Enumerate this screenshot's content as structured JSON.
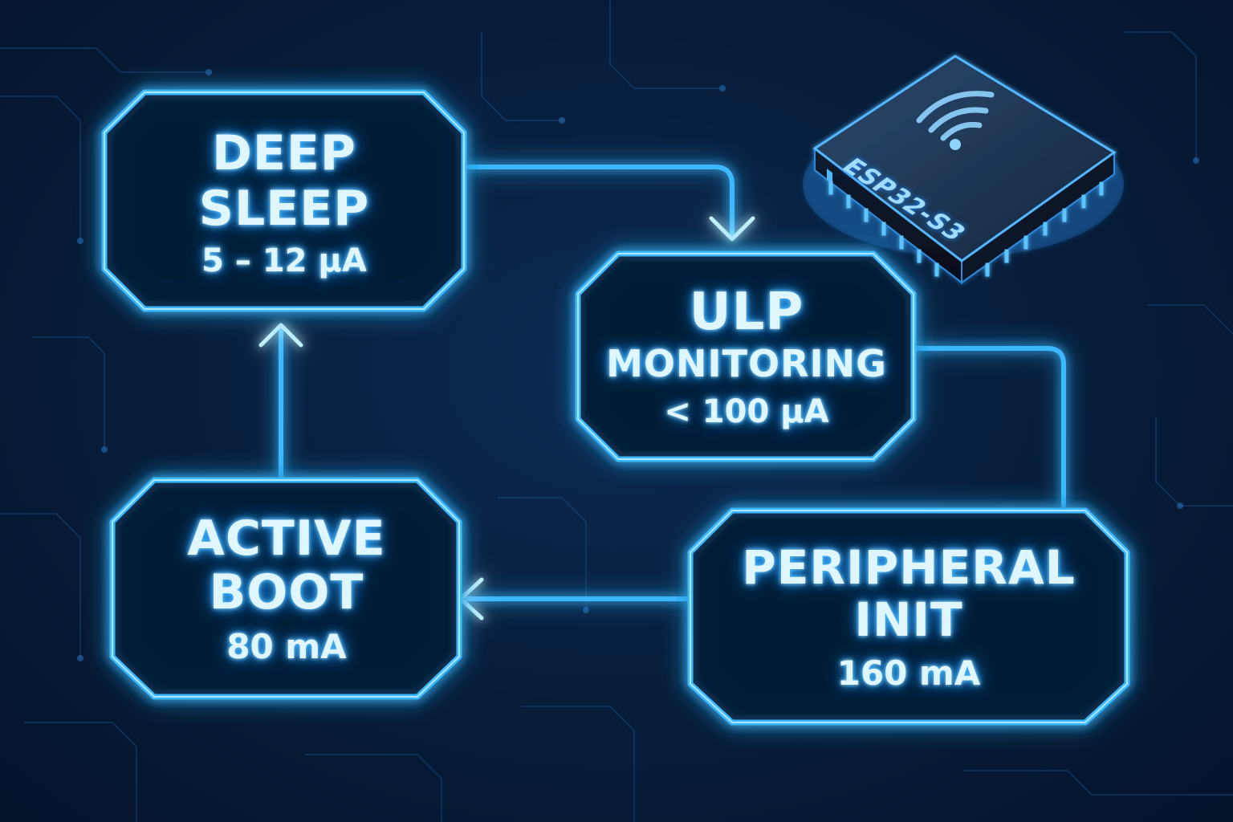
{
  "diagram": {
    "nodes": {
      "deep_sleep": {
        "title_1": "DEEP",
        "title_2": "SLEEP",
        "value": "5 – 12 µA"
      },
      "ulp_monitoring": {
        "title_1": "ULP",
        "title_2": "MONITORING",
        "value": "< 100 µA"
      },
      "active_boot": {
        "title_1": "ACTIVE",
        "title_2": "BOOT",
        "value": "80 mA"
      },
      "peripheral_init": {
        "title_1": "PERIPHERAL",
        "title_2": "INIT",
        "value": "160 mA"
      }
    },
    "chip": {
      "label": "ESP32-S3"
    },
    "colors": {
      "background": "#061a33",
      "accent": "#2aa9ff",
      "glow": "#38c6ff",
      "text": "#dff6ff"
    }
  }
}
